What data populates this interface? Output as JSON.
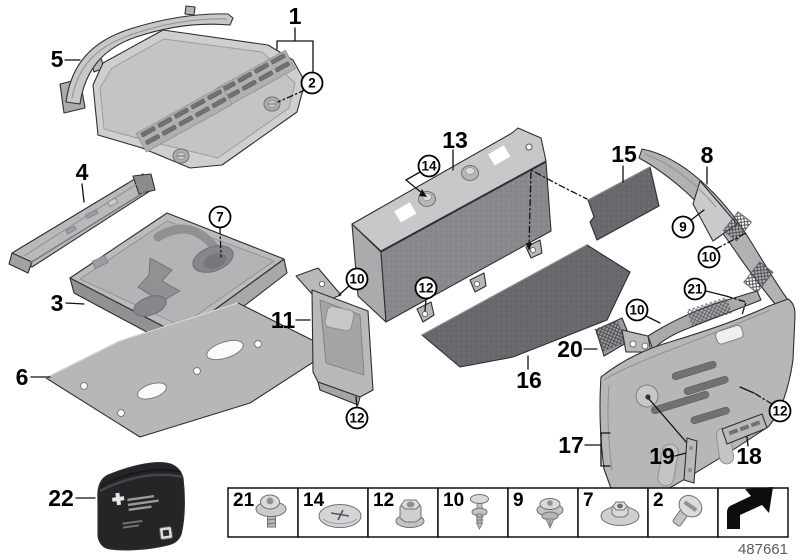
{
  "diagram": {
    "drawing_number": "487661",
    "labels": {
      "l1": "1",
      "l3": "3",
      "l4": "4",
      "l5": "5",
      "l6": "6",
      "l8": "8",
      "l11": "11",
      "l13": "13",
      "l15": "15",
      "l16": "16",
      "l17": "17",
      "l18": "18",
      "l19": "19",
      "l20": "20",
      "l22": "22",
      "c2": "2",
      "c7": "7",
      "c9": "9",
      "c10": "10",
      "c12": "12",
      "c14": "14",
      "c21": "21"
    },
    "legend": {
      "items": [
        {
          "label": "21",
          "icon": "screw-with-washer"
        },
        {
          "label": "14",
          "icon": "dome-washer-clip"
        },
        {
          "label": "12",
          "icon": "hex-flange-nut"
        },
        {
          "label": "10",
          "icon": "expansion-rivet"
        },
        {
          "label": "9",
          "icon": "snap-grommet-clip"
        },
        {
          "label": "7",
          "icon": "washer-hex-nut"
        },
        {
          "label": "2",
          "icon": "turn-lock-fastener"
        },
        {
          "label": "",
          "icon": "continue-arrow"
        }
      ]
    }
  }
}
